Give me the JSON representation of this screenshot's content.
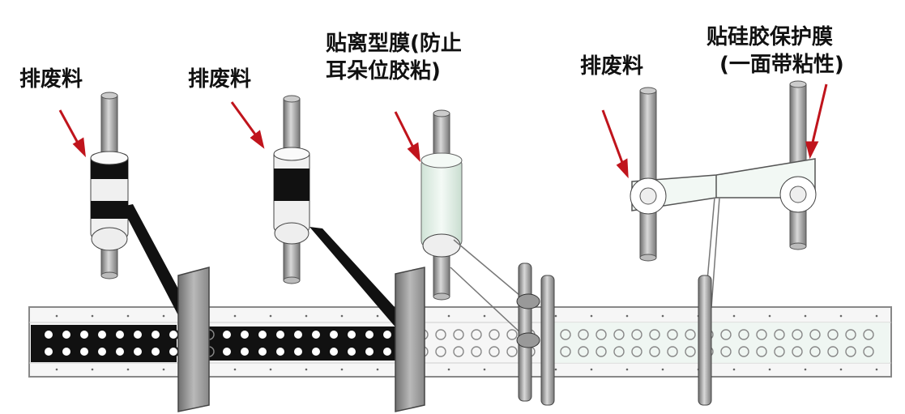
{
  "labels": {
    "waste_1": "排废料",
    "waste_2": "排废料",
    "release_film_line1": "贴离型膜(防止",
    "release_film_line2": "耳朵位胶粘)",
    "waste_3": "排废料",
    "silicone_film_line1": "贴硅胶保护膜",
    "silicone_film_line2": "(一面带粘性)"
  },
  "colors": {
    "arrow": "#c0141c",
    "roller": "#9a9a9a",
    "dark_material": "#111111",
    "film": "#e8f2ec",
    "strip": "#f4f4f4"
  }
}
